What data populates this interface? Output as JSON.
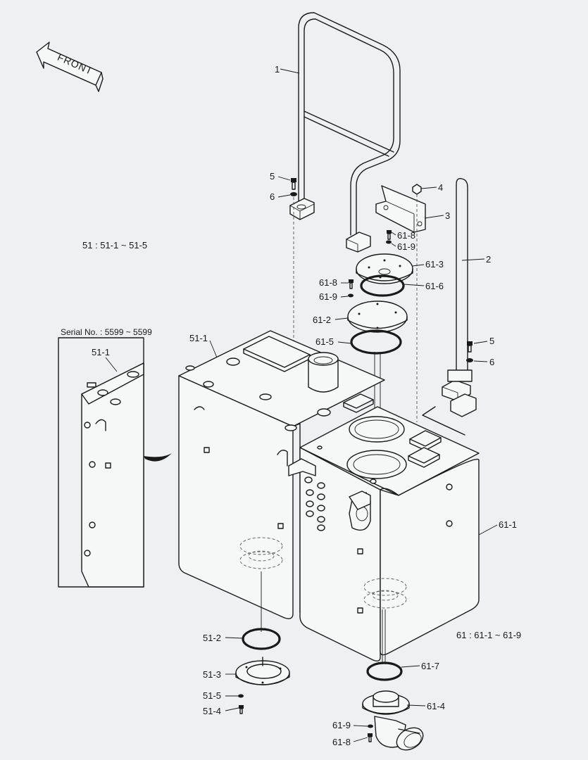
{
  "direction_arrow": {
    "text": "FRONT"
  },
  "group_notes": {
    "assembly_51": "51 : 51-1 ~ 51-5",
    "assembly_61": "61 : 61-1 ~ 61-9"
  },
  "inset": {
    "serial_text": "Serial No. : 5599 ~ 5599",
    "part_label": "51-1"
  },
  "callouts": {
    "c1": "1",
    "c2": "2",
    "c3": "3",
    "c4": "4",
    "c5a": "5",
    "c6a": "6",
    "c5b": "5",
    "c6b": "6",
    "c61_8a": "61-8",
    "c61_9a": "61-9",
    "c61_3": "61-3",
    "c61_8b": "61-8",
    "c61_6": "61-6",
    "c61_9b": "61-9",
    "c61_2": "61-2",
    "c61_5": "61-5",
    "c51_1": "51-1",
    "c61_1": "61-1",
    "c51_2": "51-2",
    "c51_3": "51-3",
    "c51_5": "51-5",
    "c51_4": "51-4",
    "c61_7": "61-7",
    "c61_4": "61-4",
    "c61_9c": "61-9",
    "c61_8c": "61-8"
  }
}
